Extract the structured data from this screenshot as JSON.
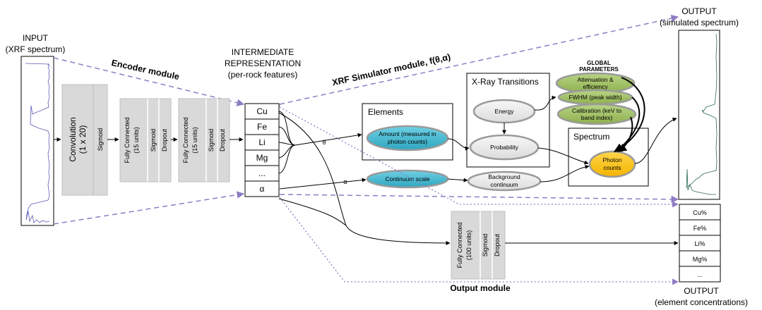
{
  "input": {
    "title": "INPUT",
    "subtitle": "(XRF spectrum)"
  },
  "encoder": {
    "label": "Encoder module",
    "conv": "Convolution",
    "conv_size": "(1 x 20)",
    "sigmoid": "Sigmoid",
    "fc1_a": "Fully Connected",
    "fc1_b": "(15 units)",
    "dropout": "Dropout",
    "fc2_a": "Fully Connected",
    "fc2_b": "(15 units)"
  },
  "intermediate": {
    "title1": "INTERMEDIATE",
    "title2": "REPRESENTATION",
    "title3": "(per-rock features)",
    "cells": [
      "Cu",
      "Fe",
      "Li",
      "Mg",
      "...",
      "α"
    ]
  },
  "simulator": {
    "label": "XRF Simulator module, f(θ,α)"
  },
  "edges": {
    "theta": "θ",
    "alpha": "α"
  },
  "elements": {
    "title": "Elements",
    "amount_1": "Amount (measured in",
    "amount_2": "photon counts)"
  },
  "continuum": {
    "scale": "Continuum scale",
    "bg_1": "Background",
    "bg_2": "continuum"
  },
  "xray": {
    "title": "X-Ray Transitions",
    "energy": "Energy",
    "probability": "Probability"
  },
  "global": {
    "title1": "GLOBAL",
    "title2": "PARAMETERS",
    "atten_1": "Attenuation &",
    "atten_2": "efficiency",
    "fwhm": "FWHM (peak width)",
    "calib_1": "Calibration (keV to",
    "calib_2": "band index)"
  },
  "spectrum": {
    "title": "Spectrum",
    "photon_1": "Photon",
    "photon_2": "counts"
  },
  "output_top": {
    "title": "OUTPUT",
    "subtitle": "(simulated spectrum)"
  },
  "output_module": {
    "label": "Output module",
    "fc_a": "Fully Connected",
    "fc_b": "(100 units)",
    "sigmoid": "Sigmoid",
    "dropout": "Dropout"
  },
  "output_bottom": {
    "title": "OUTPUT",
    "subtitle": "(element concentrations)",
    "cells": [
      "Cu%",
      "Fe%",
      "Li%",
      "Mg%",
      "..."
    ]
  },
  "colors": {
    "purple": "#8e7cc3",
    "teal": "#3fb4cc",
    "green": "#9bbb59",
    "gold": "#ffc000",
    "gray": "#d9d9d9"
  }
}
